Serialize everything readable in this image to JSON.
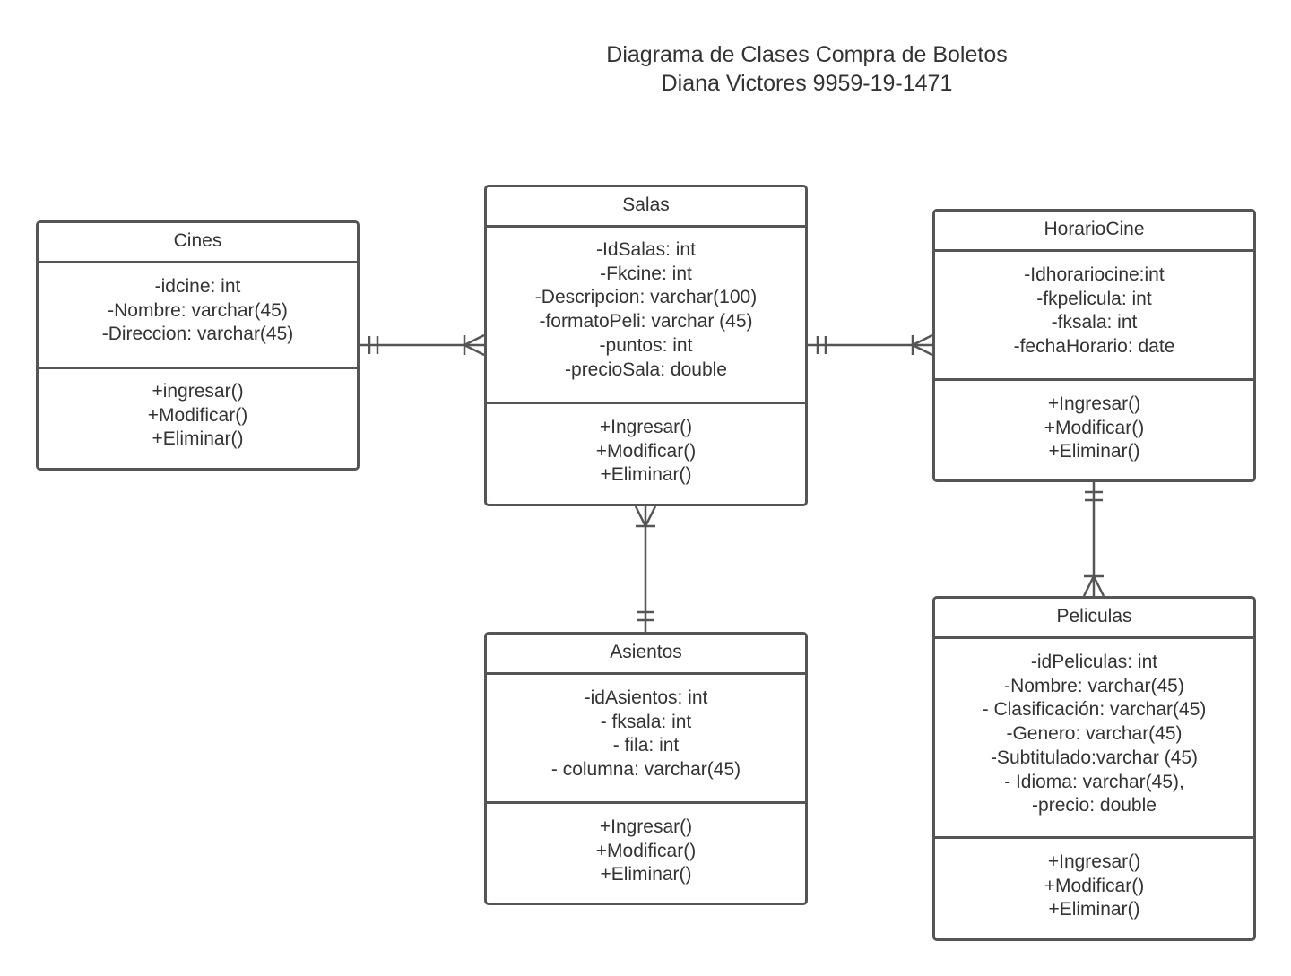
{
  "title": {
    "line1": "Diagrama de Clases Compra de Boletos",
    "line2": "Diana Victores 9959-19-1471"
  },
  "colors": {
    "stroke": "#555555",
    "text": "#333333",
    "background": "#ffffff"
  },
  "classes": {
    "cines": {
      "name": "Cines",
      "attributes": [
        "-idcine: int",
        "-Nombre: varchar(45)",
        "-Direccion: varchar(45)"
      ],
      "methods": [
        "+ingresar()",
        "+Modificar()",
        "+Eliminar()"
      ]
    },
    "salas": {
      "name": "Salas",
      "attributes": [
        "-IdSalas: int",
        "-Fkcine: int",
        "-Descripcion: varchar(100)",
        "-formatoPeli: varchar (45)",
        "-puntos: int",
        "-precioSala: double"
      ],
      "methods": [
        "+Ingresar()",
        "+Modificar()",
        "+Eliminar()"
      ]
    },
    "horariocine": {
      "name": "HorarioCine",
      "attributes": [
        "-Idhorariocine:int",
        "-fkpelicula: int",
        "-fksala: int",
        "-fechaHorario: date"
      ],
      "methods": [
        "+Ingresar()",
        "+Modificar()",
        "+Eliminar()"
      ]
    },
    "asientos": {
      "name": "Asientos",
      "attributes": [
        "-idAsientos: int",
        "- fksala: int",
        "- fila: int",
        "- columna: varchar(45)"
      ],
      "methods": [
        "+Ingresar()",
        "+Modificar()",
        "+Eliminar()"
      ]
    },
    "peliculas": {
      "name": "Peliculas",
      "attributes": [
        "-idPeliculas: int",
        "-Nombre: varchar(45)",
        "- Clasificación: varchar(45)",
        "-Genero: varchar(45)",
        "-Subtitulado:varchar (45)",
        "- Idioma: varchar(45),",
        "-precio: double"
      ],
      "methods": [
        "+Ingresar()",
        "+Modificar()",
        "+Eliminar()"
      ]
    }
  },
  "relations": [
    {
      "from": "cines",
      "to": "salas",
      "from_end": "one-and-only-one",
      "to_end": "one-or-many"
    },
    {
      "from": "salas",
      "to": "horariocine",
      "from_end": "one-and-only-one",
      "to_end": "one-or-many"
    },
    {
      "from": "asientos",
      "to": "salas",
      "from_end": "one-and-only-one",
      "to_end": "one-or-many"
    },
    {
      "from": "horariocine",
      "to": "peliculas",
      "from_end": "one-and-only-one",
      "to_end": "one-or-many"
    }
  ]
}
